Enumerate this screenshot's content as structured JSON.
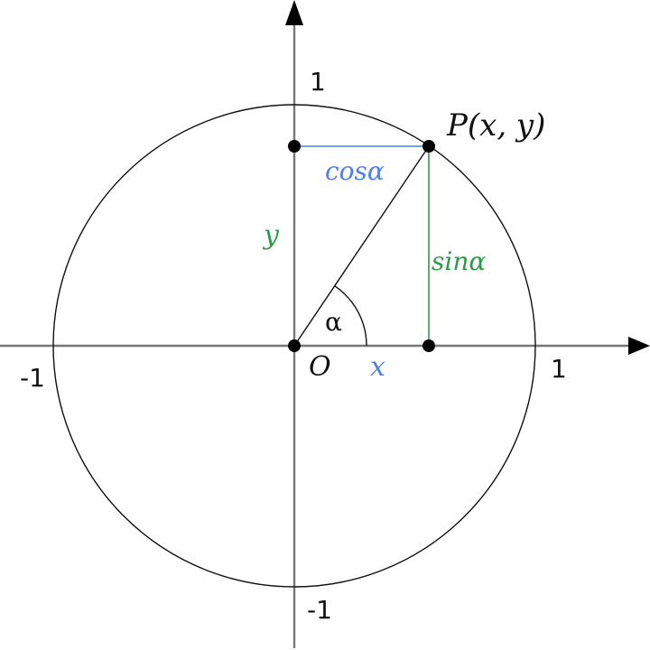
{
  "labels": {
    "point": "P(x, y)",
    "origin": "O",
    "cos": "cosα",
    "sin": "sinα",
    "y_axis_seg": "y",
    "x_axis_seg": "x",
    "angle": "α"
  },
  "ticks": {
    "y_pos": "1",
    "y_neg": "-1",
    "x_pos": "1",
    "x_neg": "-1"
  },
  "colors": {
    "axis": "#777777",
    "circle": "#111111",
    "cos_blue": "#4f7fe8",
    "sin_green": "#2e9b47",
    "point_fill": "#000000"
  }
}
